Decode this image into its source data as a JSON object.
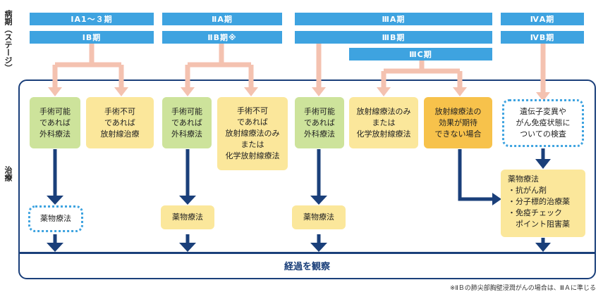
{
  "labels": {
    "stage": "病期（ステージ）",
    "treatment": "治療"
  },
  "stages": [
    "ⅠA1～３期",
    "ⅠB期",
    "ⅡA期",
    "ⅡB期※",
    "ⅢA期",
    "ⅢB期",
    "ⅢC期",
    "ⅣA期",
    "ⅣB期"
  ],
  "boxes": {
    "s1_surgery": "手術可能\nであれば\n外科療法",
    "s1_radiation": "手術不可\nであれば\n放射線治療",
    "s1_drug": "薬物療法",
    "s2_surgery": "手術可能\nであれば\n外科療法",
    "s2_radiation": "手術不可\nであれば\n放射線療法のみ\nまたは\n化学放射線療法",
    "s2_drug": "薬物療法",
    "s3_surgery": "手術可能\nであれば\n外科療法",
    "s3_radiation": "放射線療法のみ\nまたは\n化学放射線療法",
    "s3_no_effect": "放射線療法の\n効果が期待\nできない場合",
    "s3_drug": "薬物療法",
    "s4_test": "遺伝子変異や\nがん免疫状態に\nついての検査",
    "s4_drug": "薬物療法\n・抗がん剤\n・分子標的治療薬\n・免疫チェック\n　ポイント阻害薬"
  },
  "observation": "経過を観察",
  "footnote": "※ⅡＢの肺尖部胸壁浸潤がんの場合は、ⅢＡに準じる",
  "colors": {
    "stage": "#3ea3e0",
    "frame": "#1a3f7a",
    "connector": "#f4c2b0",
    "surgery": "#cde39b",
    "radiation": "#fbe79b",
    "no_effect": "#f7c24b"
  }
}
